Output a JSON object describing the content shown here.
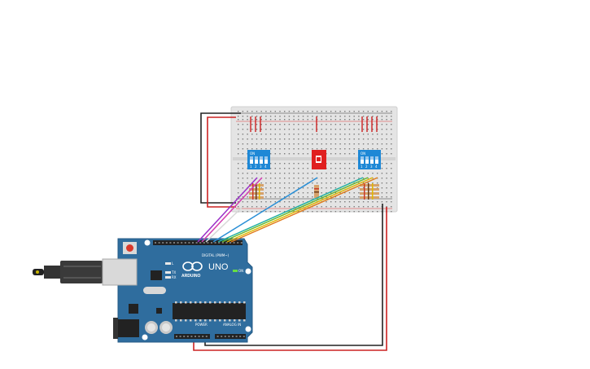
{
  "board": {
    "model_label": "UNO",
    "brand_label": "ARDUINO",
    "digital_label": "DIGITAL (PWM~)",
    "power_label": "POWER",
    "analog_label": "ANALOG IN",
    "on_label": "ON",
    "tx_label": "TX",
    "rx_label": "RX",
    "l_label": "L"
  },
  "dip_switches": [
    {
      "on_label": "ON",
      "numbers": [
        "1",
        "2",
        "3",
        "4"
      ]
    },
    {
      "on_label": "ON",
      "numbers": [
        "1",
        "2",
        "3",
        "4"
      ]
    }
  ],
  "colors": {
    "board": "#2f6d9e",
    "breadboard": "#e4e4e4",
    "rail_red": "#d93333",
    "rail_black": "#333333",
    "wire_red": "#cc2222",
    "wire_black": "#222222",
    "dip": "#1e88d6",
    "switch_red": "#e02020",
    "wire_purple": "#9b30c8",
    "wire_magenta": "#d43fb0",
    "wire_white": "#d8d8d8",
    "wire_blue": "#2a8fd6",
    "wire_teal": "#21b0a0",
    "wire_green": "#66b82c",
    "wire_yellow": "#e0b800",
    "wire_orange": "#e07b1a"
  }
}
